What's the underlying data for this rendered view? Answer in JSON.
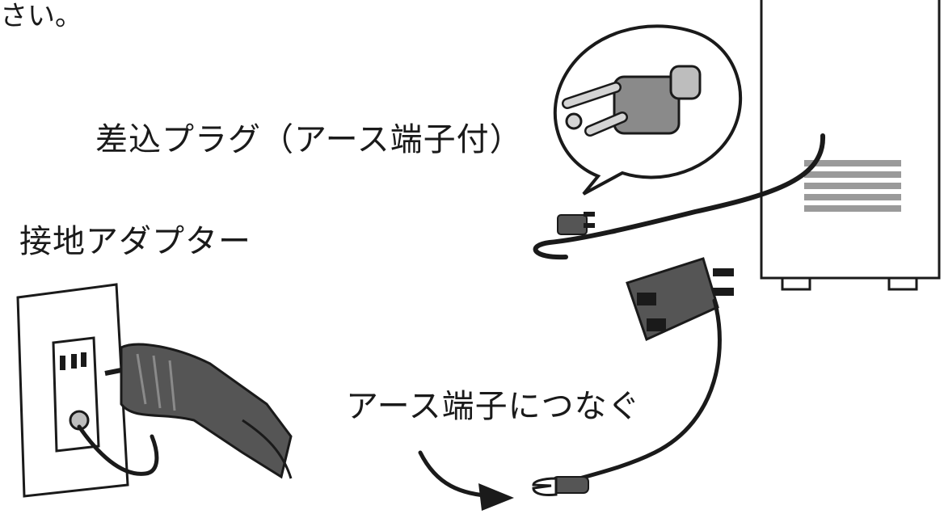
{
  "header_fragment": "さい。",
  "labels": {
    "plug": "差込プラグ（アース端子付）",
    "adapter": "接地アダプター",
    "earth": "アース端子につなぐ"
  },
  "colors": {
    "line": "#1a1a1a",
    "dark_fill": "#555555",
    "mid_fill": "#8a8a8a",
    "light_fill": "#d4d4d4",
    "background": "#ffffff"
  }
}
